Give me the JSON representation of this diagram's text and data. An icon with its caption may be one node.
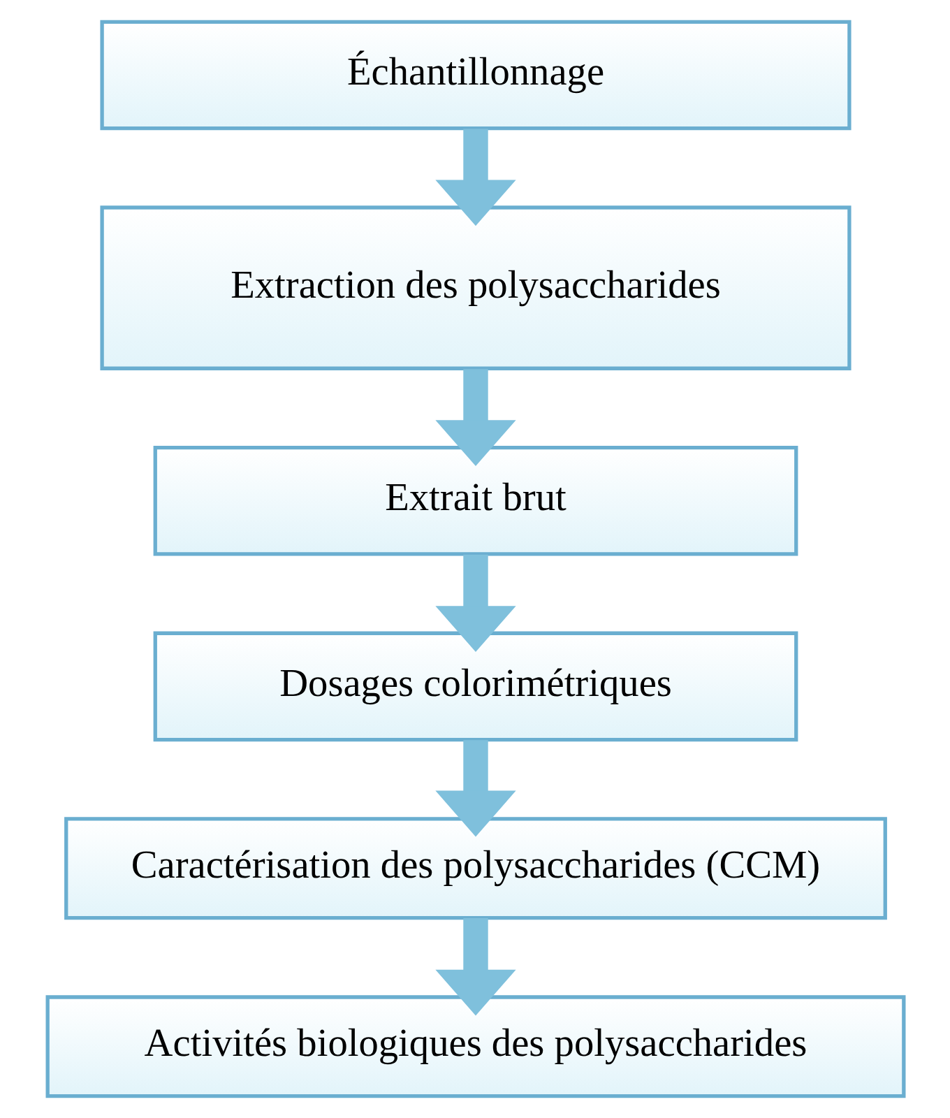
{
  "diagram": {
    "nodes": [
      {
        "text": [
          "Échantillonnage"
        ]
      },
      {
        "text": [
          "Extraction des polysaccharides"
        ]
      },
      {
        "text": [
          "Extrait brut"
        ]
      },
      {
        "text": [
          "Dosages colorimétriques"
        ]
      },
      {
        "text": [
          "Caractérisation des polysaccharides (CCM)"
        ]
      },
      {
        "text": [
          "Activités biologiques des polysaccharides"
        ]
      }
    ],
    "edges": [
      {
        "from": 0,
        "to": 1,
        "arrow": "to"
      },
      {
        "from": 1,
        "to": 2,
        "arrow": "to"
      },
      {
        "from": 2,
        "to": 3,
        "arrow": "to"
      },
      {
        "from": 3,
        "to": 4,
        "arrow": "to"
      },
      {
        "from": 4,
        "to": 5,
        "arrow": "to"
      }
    ]
  }
}
